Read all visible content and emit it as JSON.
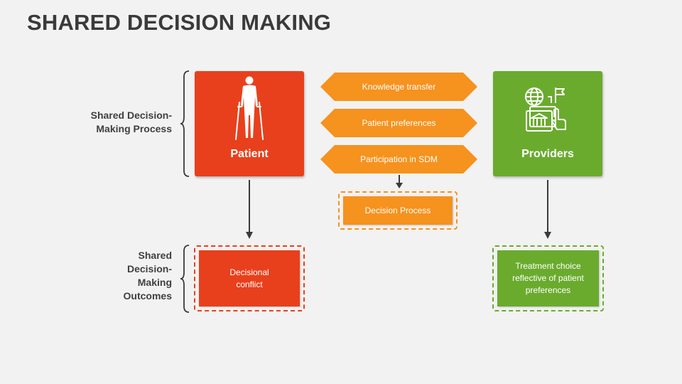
{
  "title": "SHARED DECISION MAKING",
  "colors": {
    "patient": "#e8401c",
    "providers": "#6aab2e",
    "exchange": "#f6921e",
    "text_dark": "#404040",
    "connector": "#3a3a3a"
  },
  "rows": {
    "process_label": "Shared Decision-\nMaking Process",
    "outcomes_label": "Shared\nDecision-\nMaking\nOutcomes"
  },
  "patient": {
    "label": "Patient",
    "icon": "person-with-crutches-icon"
  },
  "providers": {
    "label": "Providers",
    "icon": "globe-building-hand-icon"
  },
  "exchanges": [
    {
      "label": "Knowledge transfer"
    },
    {
      "label": "Patient preferences"
    },
    {
      "label": "Participation in SDM"
    }
  ],
  "decision_process": {
    "label": "Decision Process"
  },
  "outcomes": {
    "patient": "Decisional\nconflict",
    "providers": "Treatment choice\nreflective of patient\npreferences"
  }
}
